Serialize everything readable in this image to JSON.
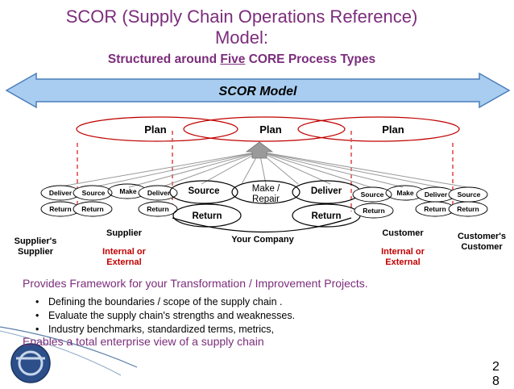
{
  "title": {
    "line1": "SCOR (Supply Chain  Operations Reference)",
    "line2": "Model:"
  },
  "subtitle": {
    "pre": "Structured around ",
    "emph": "Five",
    "post": " CORE Process Types"
  },
  "banner": {
    "label": "SCOR Model",
    "fill": "#a9cdf0",
    "stroke": "#4a7ebb"
  },
  "plans": [
    "Plan",
    "Plan",
    "Plan"
  ],
  "center": {
    "source": "Source",
    "make": "Make / Repair",
    "deliver": "Deliver",
    "return_left": "Return",
    "return_right": "Return"
  },
  "left_group": {
    "deliver": "Deliver",
    "source": "Source",
    "make": "Make",
    "deliver2": "Deliver",
    "return1": "Return",
    "return2": "Return",
    "return3": "Return"
  },
  "right_group": {
    "source": "Source",
    "make": "Make",
    "deliver": "Deliver",
    "source2": "Source",
    "return1": "Return",
    "return2": "Return",
    "return3": "Return"
  },
  "labels": {
    "suppliers_supplier": "Supplier's Supplier",
    "supplier": "Supplier",
    "supplier_note": "Internal or External",
    "your_company": "Your Company",
    "customer": "Customer",
    "customer_note": "Internal or External",
    "customers_customer": "Customer's Customer"
  },
  "framework_text": "Provides Framework for your Transformation / Improvement Projects.",
  "bullets": [
    "Defining the boundaries / scope of the supply chain .",
    "Evaluate the supply chain's strengths and weaknesses.",
    "Industry benchmarks, standardized terms, metrics,"
  ],
  "enables_text": "Enables a total enterprise view of a supply chain",
  "page_number": "28",
  "colors": {
    "accent": "#7b2d7b",
    "red": "#c00000",
    "dashed": "#e05050"
  }
}
